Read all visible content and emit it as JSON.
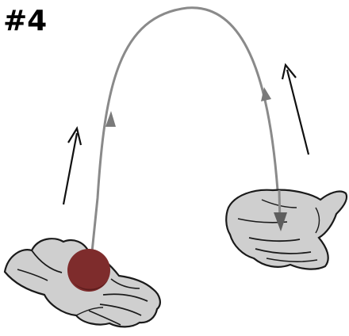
{
  "figure": {
    "label": "#4"
  },
  "colors": {
    "background": "#ffffff",
    "ink": "#111111",
    "path": "#8a8a8a",
    "path_arrow": "#7a7a7a",
    "hand_fill": "#cfcfcf",
    "hand_stroke": "#1a1a1a",
    "ball": "#7e2c2c",
    "ball_shade": "#5c1c1c"
  },
  "icons": {
    "launch_hand": "open-palm-left",
    "catch_hand": "open-palm-right",
    "ball": "ball",
    "trajectory": "parabolic-path"
  }
}
